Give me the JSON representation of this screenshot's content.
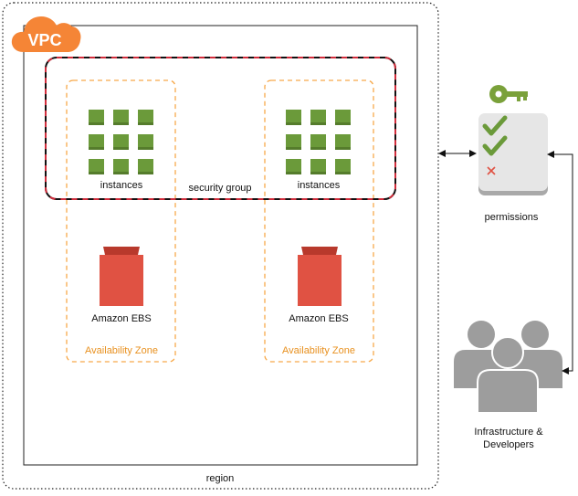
{
  "vpc": {
    "label": "VPC"
  },
  "region": {
    "label": "region"
  },
  "security_group": {
    "label": "security group"
  },
  "zones": [
    {
      "zone_label": "Availability Zone",
      "instances_label": "instances",
      "ebs_label": "Amazon EBS"
    },
    {
      "zone_label": "Availability Zone",
      "instances_label": "instances",
      "ebs_label": "Amazon EBS"
    }
  ],
  "permissions": {
    "label": "permissions",
    "icons": [
      "key-icon",
      "checklist-icon"
    ]
  },
  "users": {
    "label_line1": "Infrastructure &",
    "label_line2": "Developers",
    "icon": "user-group-icon"
  },
  "colors": {
    "vpc_orange": "#f58536",
    "zone_dash": "#f7a94a",
    "zone_text": "#e8901e",
    "instance_green": "#6b9a3a",
    "instance_green_dark": "#557c2c",
    "ebs_red": "#e05243",
    "ebs_red_dark": "#b8392c",
    "security_red": "#d12d3c",
    "key_green": "#7aa13a",
    "check_green": "#6b9a3a",
    "cross_red": "#e05243",
    "user_gray": "#9d9d9d"
  }
}
